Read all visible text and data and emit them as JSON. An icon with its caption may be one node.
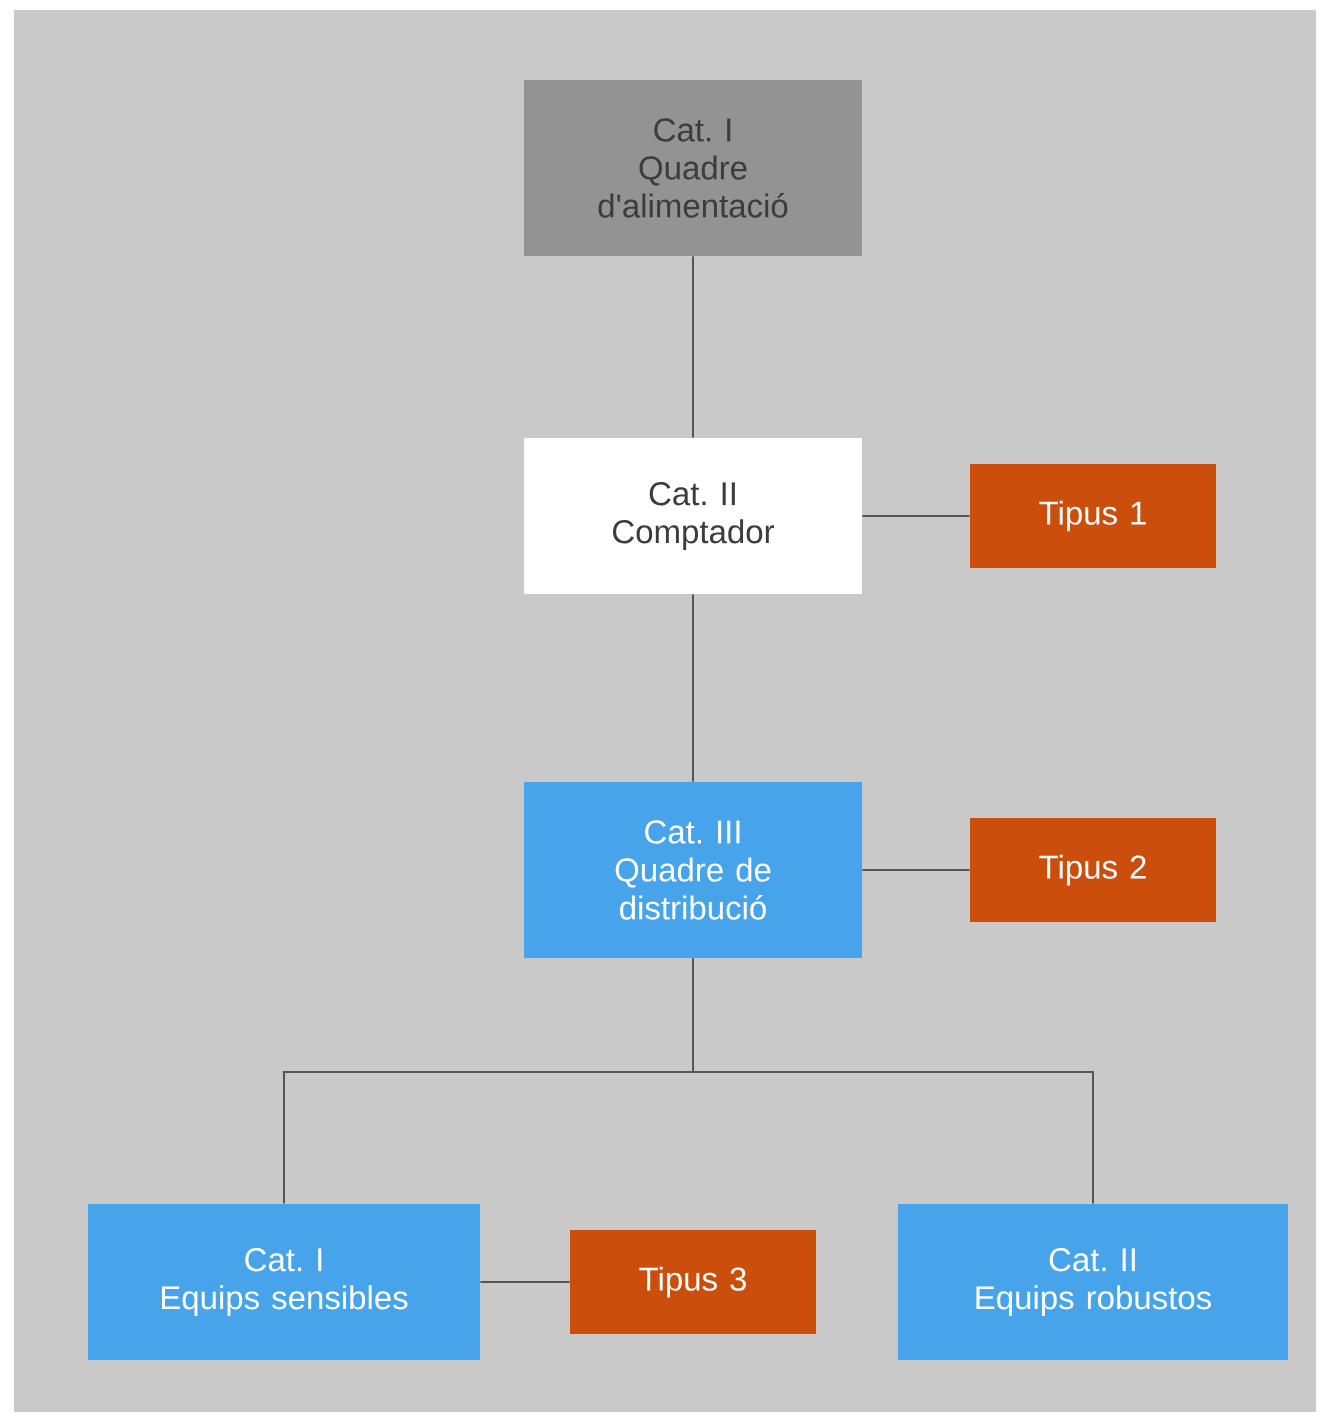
{
  "diagram": {
    "nodes": [
      {
        "text": [
          "Cat. I",
          "Quadre d'alimentació"
        ]
      },
      {
        "text": [
          "Cat. II",
          "Comptador"
        ]
      },
      {
        "text": [
          "Tipus 1"
        ]
      },
      {
        "text": [
          "Cat. III",
          "Quadre de distribució"
        ]
      },
      {
        "text": [
          "Tipus 2"
        ]
      },
      {
        "text": [
          "Cat. I",
          "Equips sensibles"
        ]
      },
      {
        "text": [
          "Tipus 3"
        ]
      },
      {
        "text": [
          "Cat. II",
          "Equips robustos"
        ]
      }
    ],
    "edges": [
      {
        "from": 0,
        "to": 1,
        "arrow": "none"
      },
      {
        "from": 1,
        "to": 2,
        "arrow": "none"
      },
      {
        "from": 1,
        "to": 3,
        "arrow": "none"
      },
      {
        "from": 3,
        "to": 4,
        "arrow": "none"
      },
      {
        "from": 3,
        "to": 5,
        "arrow": "none"
      },
      {
        "from": 3,
        "to": 7,
        "arrow": "none"
      },
      {
        "from": 5,
        "to": 6,
        "arrow": "none"
      }
    ]
  }
}
